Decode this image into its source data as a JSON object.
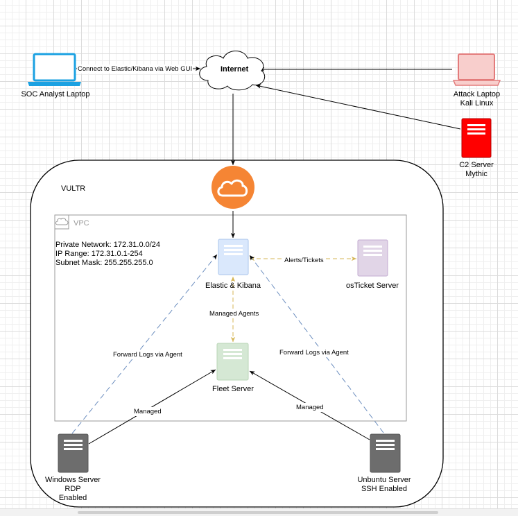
{
  "nodes": {
    "soc_laptop": "SOC Analyst Laptop",
    "internet": "Internet",
    "attack_laptop_line1": "Attack Laptop",
    "attack_laptop_line2": "Kali Linux",
    "c2_line1": "C2 Server",
    "c2_line2": "Mythic",
    "vultr": "VULTR",
    "vpc": "VPC",
    "elastic": "Elastic & Kibana",
    "osticket": "osTicket Server",
    "fleet": "Fleet Server",
    "windows_line1": "Windows Server",
    "windows_line2": "RDP",
    "windows_line3": "Enabled",
    "ubuntu_line1": "Unbuntu Server",
    "ubuntu_line2": "SSH Enabled"
  },
  "network_info": {
    "private_network": "Private Network: 172.31.0.0/24",
    "ip_range": "IP Range: 172.31.0.1-254",
    "subnet_mask": "Subnet Mask: 255.255.255.0"
  },
  "edges": {
    "soc_to_internet": "Connect to Elastic/Kibana via Web GUI",
    "alerts": "Alerts/Tickets",
    "managed_agents": "Managed Agents",
    "forward_left": "Forward Logs via Agent",
    "forward_right": "Forward Logs via Agent",
    "managed_left": "Managed",
    "managed_right": "Managed"
  },
  "colors": {
    "laptop_blue": "#1ba1e2",
    "laptop_pink": "#e37b7b",
    "c2_red": "#ff0000",
    "cloud_orange": "#f58534",
    "elastic_fill": "#dae8fc",
    "osticket_fill": "#e1d5e7",
    "fleet_fill": "#d5e8d4",
    "server_gray": "#6d6d6d",
    "dashed_blue": "#6c8ebf",
    "dashed_gold": "#d6b656"
  }
}
